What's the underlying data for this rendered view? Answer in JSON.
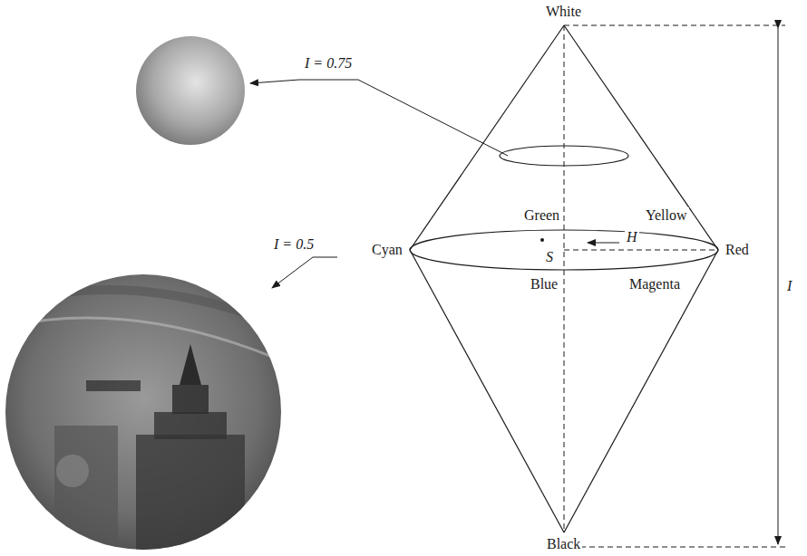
{
  "diagram": {
    "labels": [
      "White",
      "I = 0.75",
      "Green",
      "Yellow",
      "I = 0.5",
      "Cyan",
      "H",
      "S",
      "Red",
      "Blue",
      "Magenta",
      "Black",
      "I"
    ]
  }
}
